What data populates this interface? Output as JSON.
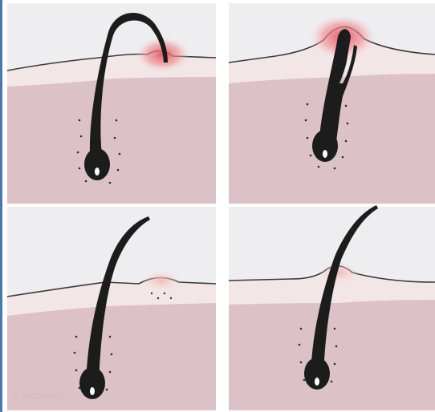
{
  "figure": {
    "watermark": "© Morstock",
    "panels": [
      {
        "id": "top-left",
        "state": "curled-ingrown"
      },
      {
        "id": "top-right",
        "state": "trapped-under-skin"
      },
      {
        "id": "bottom-left",
        "state": "emerging-straight"
      },
      {
        "id": "bottom-right",
        "state": "normal-growth"
      }
    ],
    "colors": {
      "skin": "#dcc1c6",
      "epidermis": "#f3e6e7",
      "hair": "#1c1c1c",
      "inflammation": "#e0505a",
      "border": "#4a78a8"
    }
  }
}
